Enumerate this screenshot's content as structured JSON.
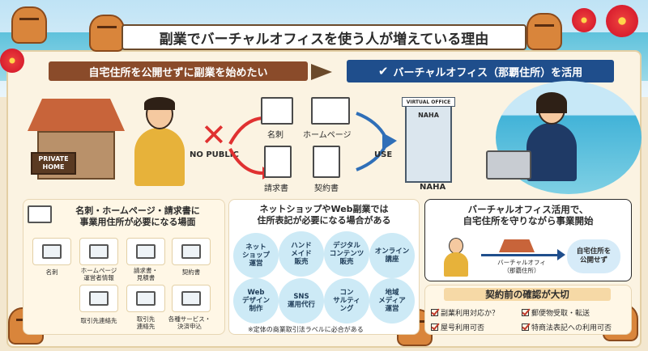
{
  "title": "副業でバーチャルオフィスを使う人が増えている理由",
  "banner_left": "自宅住所を公開せずに副業を始めたい",
  "banner_right": "バーチャルオフィス（那覇住所）を活用",
  "house_sign": [
    "PRIVATE",
    "HOME"
  ],
  "no_public": "NO PUBLIC",
  "docs": [
    {
      "label": "名刺",
      "icon": "business-card-icon"
    },
    {
      "label": "ホームページ",
      "icon": "webpage-icon"
    },
    {
      "label": "請求書",
      "icon": "invoice-icon"
    },
    {
      "label": "契約書",
      "icon": "contract-icon"
    }
  ],
  "use_label": "USE",
  "building_sign": "VIRTUAL OFFICE",
  "building_name": "NAHA",
  "location_label": "NAHA",
  "panel1": {
    "title_line1": "名刺・ホームページ・請求書に",
    "title_line2": "事業用住所が必要になる場面",
    "items": [
      {
        "label": "名刺"
      },
      {
        "label": "ホームページ\n運営者情報"
      },
      {
        "label": "請求書・\n見積書"
      },
      {
        "label": "契約書"
      },
      {
        "label": "取引先連絡先"
      },
      {
        "label": "取引先\n連絡先"
      },
      {
        "label": "各種サービス・\n決済申込"
      }
    ]
  },
  "panel2": {
    "title_line1": "ネットショップやWeb副業では",
    "title_line2": "住所表記が必要になる場合がある",
    "bubbles": [
      "ネット\nショップ\n運営",
      "ハンド\nメイド\n販売",
      "デジタル\nコンテンツ\n販売",
      "オンライン\n講座",
      "Web\nデザイン\n制作",
      "SNS\n運用代行",
      "コン\nサルティ\nング",
      "地域\nメディア\n運営"
    ],
    "note": "※定体の商業取引法ラベルに必合がある"
  },
  "panel3": {
    "title_line1": "バーチャルオフィス活用で、",
    "title_line2": "自宅住所を守りながら事業開始",
    "office_label": "バーチャルオフィ\n（那覇住所）",
    "result": "自宅住所を\n公開せず"
  },
  "panel4": {
    "title": "契約前の確認が大切",
    "checks": [
      "副業利用対応か？",
      "郵便物受取・転送",
      "屋号利用可否",
      "特商法表記への利用可否"
    ]
  },
  "colors": {
    "brown": "#8a4b2a",
    "navy": "#1f4e8c",
    "red": "#e03131",
    "cream": "#fbf3e2"
  }
}
